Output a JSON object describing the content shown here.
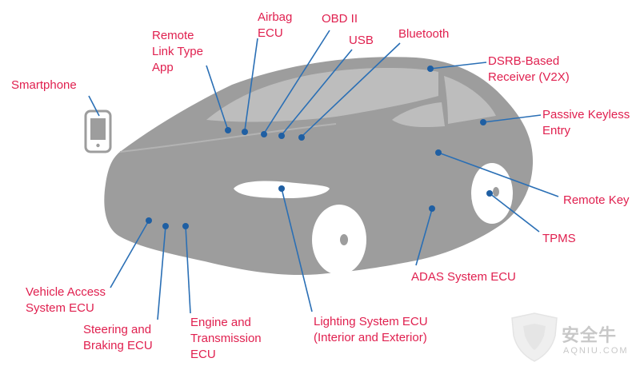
{
  "labels": {
    "smartphone": "Smartphone",
    "remote_link": "Remote\nLink Type\nApp",
    "airbag": "Airbag\nECU",
    "obd": "OBD II",
    "usb": "USB",
    "bluetooth": "Bluetooth",
    "dsrb": "DSRB-Based\nReceiver (V2X)",
    "keyless": "Passive Keyless\nEntry",
    "remote_key": "Remote Key",
    "tpms": "TPMS",
    "adas": "ADAS System ECU",
    "lighting": "Lighting System ECU\n(Interior and Exterior)",
    "engine": "Engine and\nTransmission\nECU",
    "steering": "Steering and\nBraking ECU",
    "vehicle_access": "Vehicle Access\nSystem ECU"
  },
  "watermark": {
    "cn": "安全牛",
    "en": "AQNIU.COM"
  },
  "colors": {
    "accent": "#e0204f",
    "callout_line": "#2a6fb5",
    "dot": "#1f5fa3",
    "car_body": "#9d9d9d",
    "window": "#bdbdbd"
  }
}
